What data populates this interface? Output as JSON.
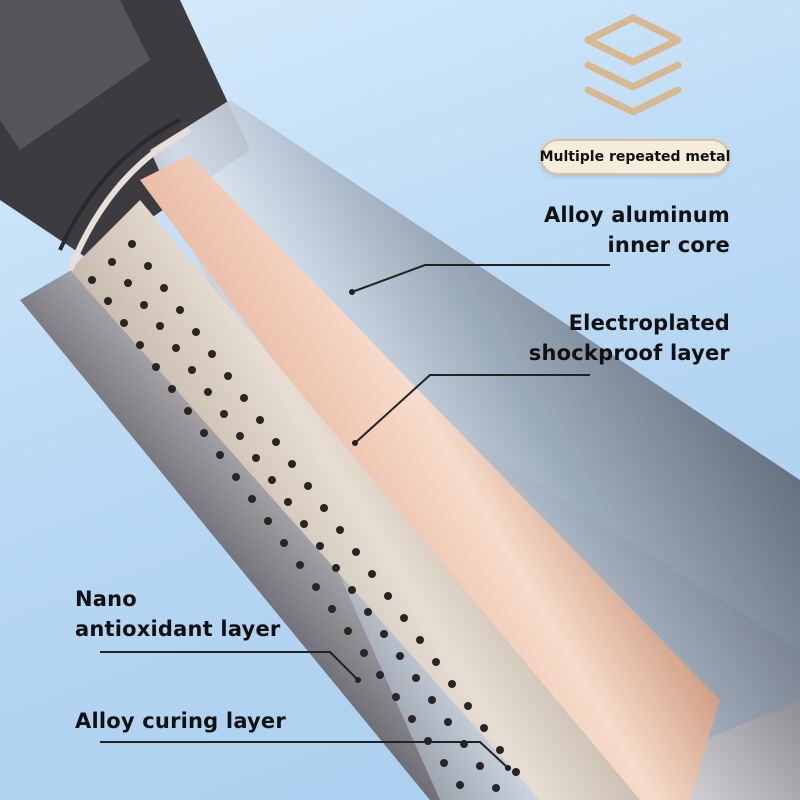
{
  "badge": {
    "text": "Multiple repeated metal",
    "icon": "stacked-layers-icon"
  },
  "labels": {
    "alloy_core_line1": "Alloy aluminum",
    "alloy_core_line2": "inner core",
    "electro_line1": "Electroplated",
    "electro_line2": "shockproof layer",
    "nano_line1": "Nano",
    "nano_line2": "antioxidant layer",
    "curing": "Alloy curing layer"
  },
  "colors": {
    "background": "#b9d9f4",
    "badge_fill": "#f6ecdc",
    "badge_border": "#d9c29e",
    "icon_stroke": "#d8b98f",
    "inner_core": "#d9a88a",
    "tube_dark": "#3a3a3e"
  }
}
